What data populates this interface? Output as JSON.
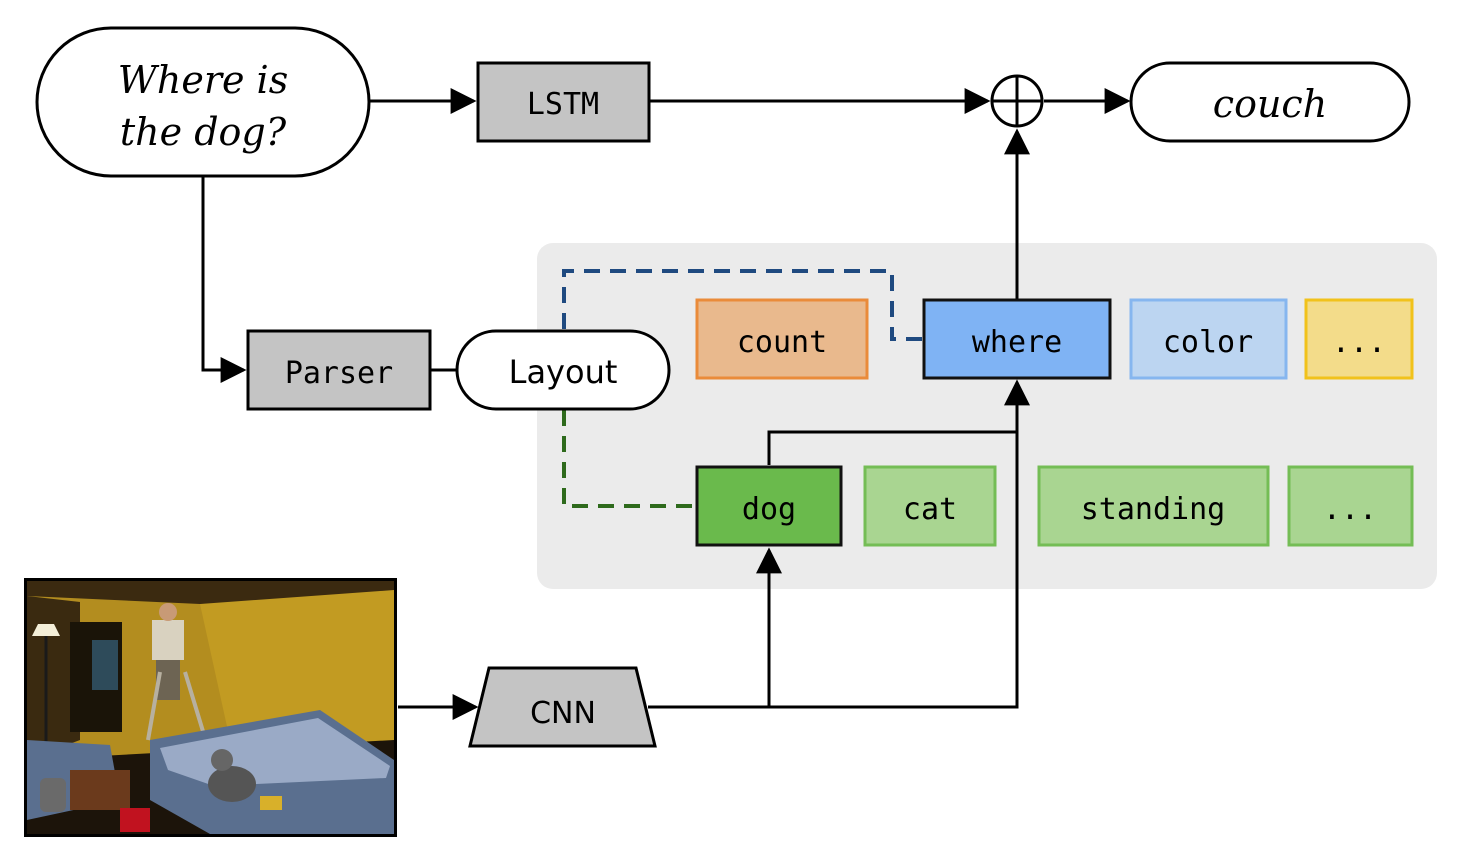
{
  "question": {
    "line1": "Where is",
    "line2": "the dog?"
  },
  "lstm": {
    "label": "LSTM"
  },
  "combine_symbol": "+",
  "answer": {
    "label": "couch"
  },
  "parser": {
    "label": "Parser"
  },
  "layout": {
    "label": "Layout"
  },
  "cnn": {
    "label": "CNN"
  },
  "module_row_top": [
    {
      "label": "count",
      "fill": "#e9b98d",
      "stroke": "#ea8b3a"
    },
    {
      "label": "where",
      "fill": "#7fb3f4",
      "stroke": "#111111"
    },
    {
      "label": "color",
      "fill": "#bcd5f1",
      "stroke": "#86b6ef"
    },
    {
      "label": "...",
      "fill": "#f3dc8a",
      "stroke": "#f1c21b"
    }
  ],
  "module_row_bottom": [
    {
      "label": "dog",
      "fill": "#6aba4c",
      "stroke": "#111111"
    },
    {
      "label": "cat",
      "fill": "#a9d591",
      "stroke": "#74bd55"
    },
    {
      "label": "standing",
      "fill": "#a9d591",
      "stroke": "#74bd55"
    },
    {
      "label": "...",
      "fill": "#a9d591",
      "stroke": "#74bd55"
    }
  ],
  "colors": {
    "gray_box": "#c4c4c4",
    "module_panel": "#ebebeb",
    "dash_blue": "#1f4a80",
    "dash_green": "#2e6a1c"
  }
}
